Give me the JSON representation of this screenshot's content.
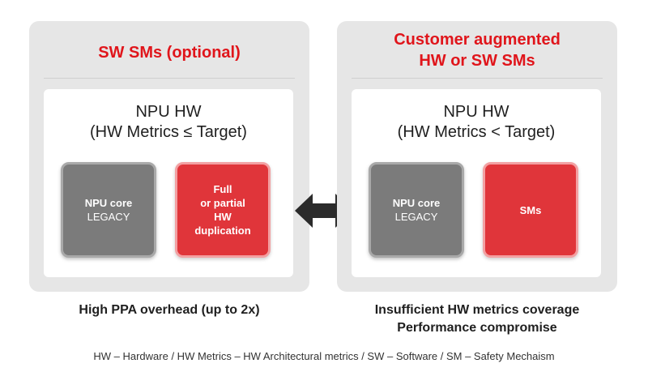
{
  "left_panel": {
    "title_lines": [
      "SW SMs (optional)"
    ],
    "inner_title_lines": [
      "NPU HW",
      "(HW Metrics ≤ Target)"
    ],
    "gray_block": {
      "line1": "NPU core",
      "line2": "LEGACY"
    },
    "red_block_lines": [
      "Full",
      "or partial",
      "HW",
      "duplication"
    ],
    "caption_lines": [
      "High PPA overhead (up to 2x)"
    ]
  },
  "right_panel": {
    "title_lines": [
      "Customer augmented",
      "HW or SW SMs"
    ],
    "inner_title_lines": [
      "NPU HW",
      "(HW Metrics < Target)"
    ],
    "gray_block": {
      "line1": "NPU core",
      "line2": "LEGACY"
    },
    "red_block_lines": [
      "SMs"
    ],
    "caption_lines": [
      "Insufficient HW metrics coverage",
      "Performance compromise"
    ]
  },
  "footnote": "HW – Hardware / HW Metrics – HW Architectural metrics / SW – Software / SM – Safety Mechaism",
  "colors": {
    "accent_red": "#e0151b",
    "block_red": "#e0353a",
    "block_gray": "#7b7b7b",
    "panel_bg": "#e6e6e6",
    "arrow": "#2b2b2b"
  },
  "icons": {
    "arrow": "double-headed-arrow-icon"
  }
}
